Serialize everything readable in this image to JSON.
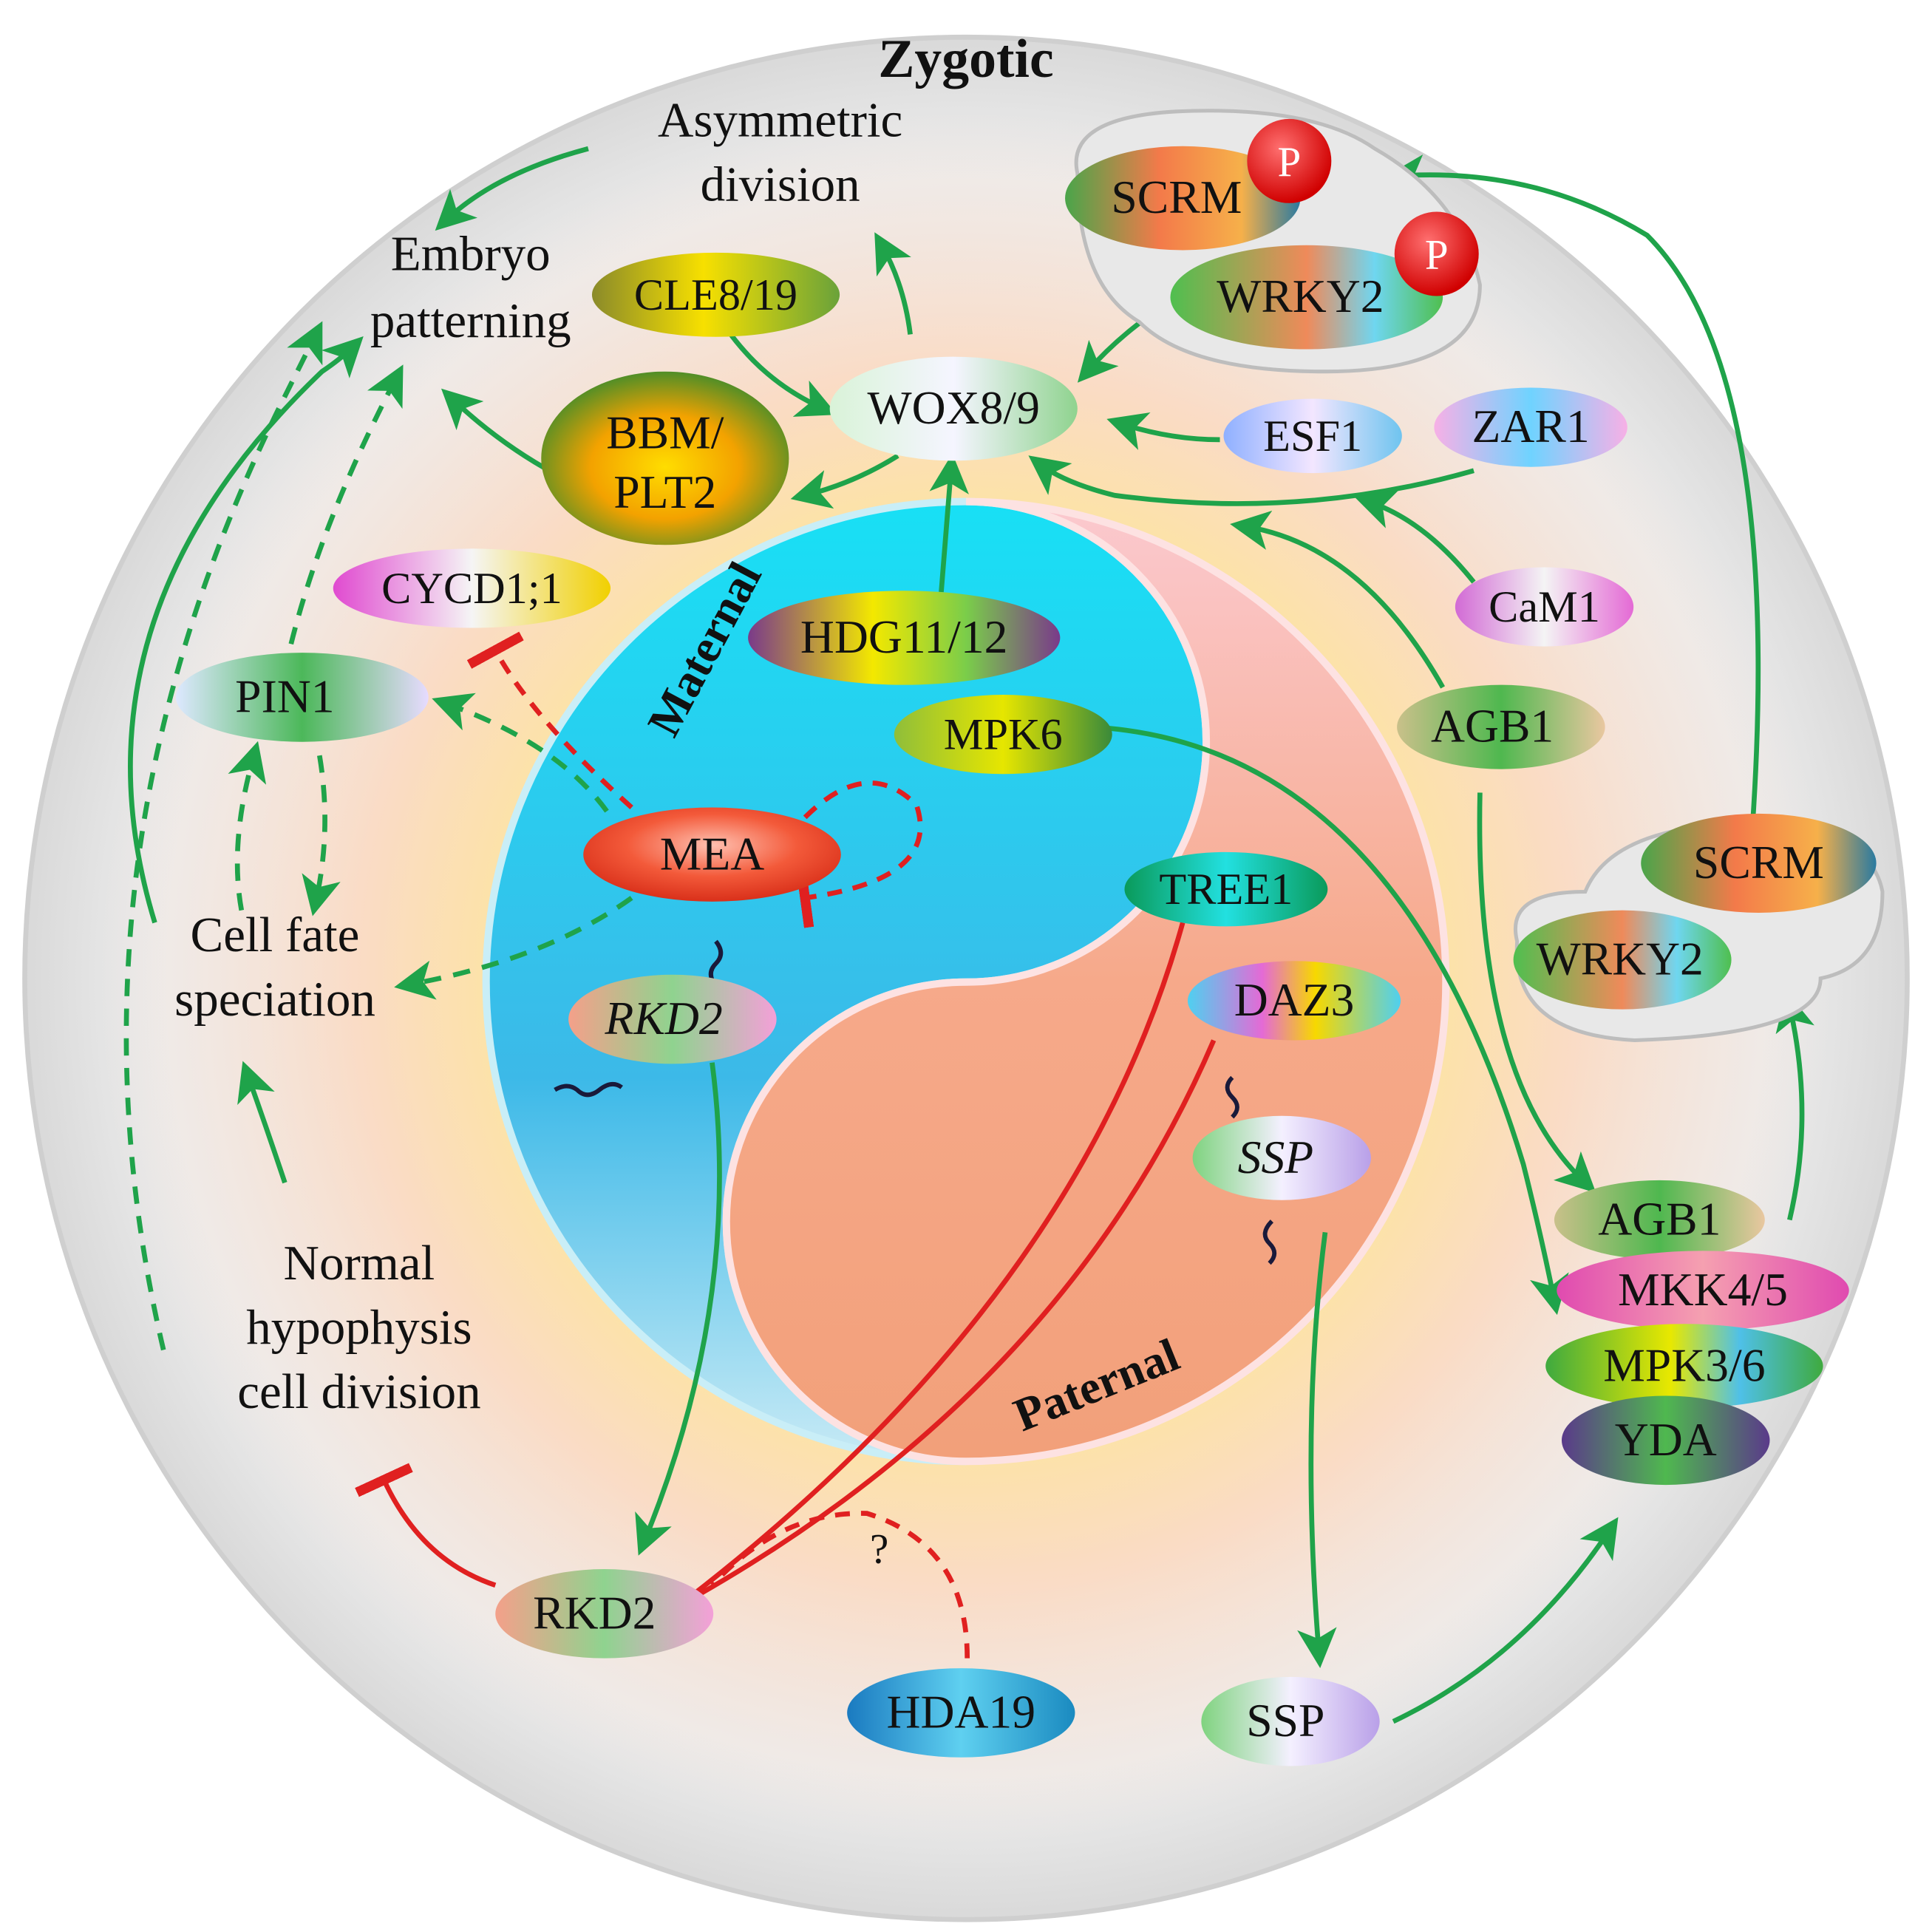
{
  "regions": {
    "zygotic": "Zygotic",
    "maternal": "Maternal",
    "paternal": "Paternal"
  },
  "processes": {
    "asymmetric_1": "Asymmetric",
    "asymmetric_2": "division",
    "embryo_1": "Embryo",
    "embryo_2": "patterning",
    "cellfate_1": "Cell fate",
    "cellfate_2": "speciation",
    "hypo_1": "Normal",
    "hypo_2": "hypophysis",
    "hypo_3": "cell division"
  },
  "nodes": {
    "scrm_top": "SCRM",
    "wrky2_top": "WRKY2",
    "phospho_1": "P",
    "phospho_2": "P",
    "cle": "CLE8/19",
    "wox": "WOX8/9",
    "esf1": "ESF1",
    "zar1": "ZAR1",
    "bbm_1": "BBM/",
    "bbm_2": "PLT2",
    "cycd": "CYCD1;1",
    "cam1": "CaM1",
    "hdg": "HDG11/12",
    "pin1": "PIN1",
    "mpk6": "MPK6",
    "agb1_top": "AGB1",
    "mea": "MEA",
    "scrm_right": "SCRM",
    "tree1": "TREE1",
    "wrky2_right": "WRKY2",
    "rkd2_mrna": "RKD2",
    "daz3": "DAZ3",
    "ssp_mrna": "SSP",
    "agb1_bottom": "AGB1",
    "mkk45": "MKK4/5",
    "mpk36": "MPK3/6",
    "yda": "YDA",
    "rkd2": "RKD2",
    "hda19": "HDA19",
    "ssp": "SSP",
    "question": "?"
  },
  "colors": {
    "activation": "#1fa34a",
    "inhibition": "#e02020",
    "maternal": "#1ec8ef",
    "paternal": "#f2a07a",
    "zygotic_outer": "#e6e6e6",
    "halo": "#f9d7c4",
    "glow": "#ffe98a",
    "phospho": "#e00000"
  }
}
